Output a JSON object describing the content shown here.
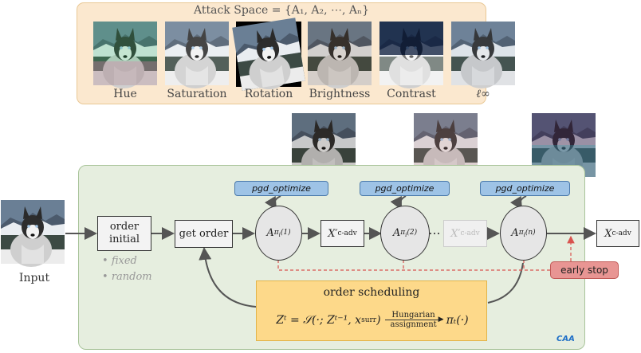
{
  "attack_space": {
    "title": "Attack Space = {A₁, A₂, ⋯, Aₙ}",
    "transforms": [
      {
        "label": "Hue"
      },
      {
        "label": "Saturation"
      },
      {
        "label": "Rotation"
      },
      {
        "label": "Brightness"
      },
      {
        "label": "Contrast"
      },
      {
        "label": "ℓ∞"
      }
    ]
  },
  "pipeline": {
    "input_label": "Input",
    "order_initial_line1": "order",
    "order_initial_line2": "initial",
    "order_options": [
      "fixed",
      "random"
    ],
    "get_order_label": "get order",
    "pgd_label": "pgd_optimize",
    "attack_1": "π",
    "attack_2": "π",
    "attack_n": "π",
    "attack_1_idx": "(1)",
    "attack_2_idx": "(2)",
    "attack_n_idx": "(n)",
    "x_cadv_prime": "X′",
    "x_cadv_final": "X",
    "x_cadv_sub": "c-adv",
    "early_stop": "early stop",
    "caa_tag": "CAA"
  },
  "scheduling": {
    "title": "order scheduling",
    "formula_left": "Zᵗ = 𝒮(·; Zᵗ⁻¹, x",
    "formula_surr": "surr",
    "formula_mid": ")",
    "arrow_top": "Hungarian",
    "arrow_bottom": "assignment",
    "formula_right": "πₜ(·)"
  },
  "colors": {
    "attack_box_bg": "#fbe8cf",
    "caa_box_bg": "#e6eedf",
    "pgd_bg": "#9ec3e6",
    "schedule_bg": "#fdd98a",
    "early_stop_bg": "#e89593",
    "dashed_red": "#d9534f"
  }
}
